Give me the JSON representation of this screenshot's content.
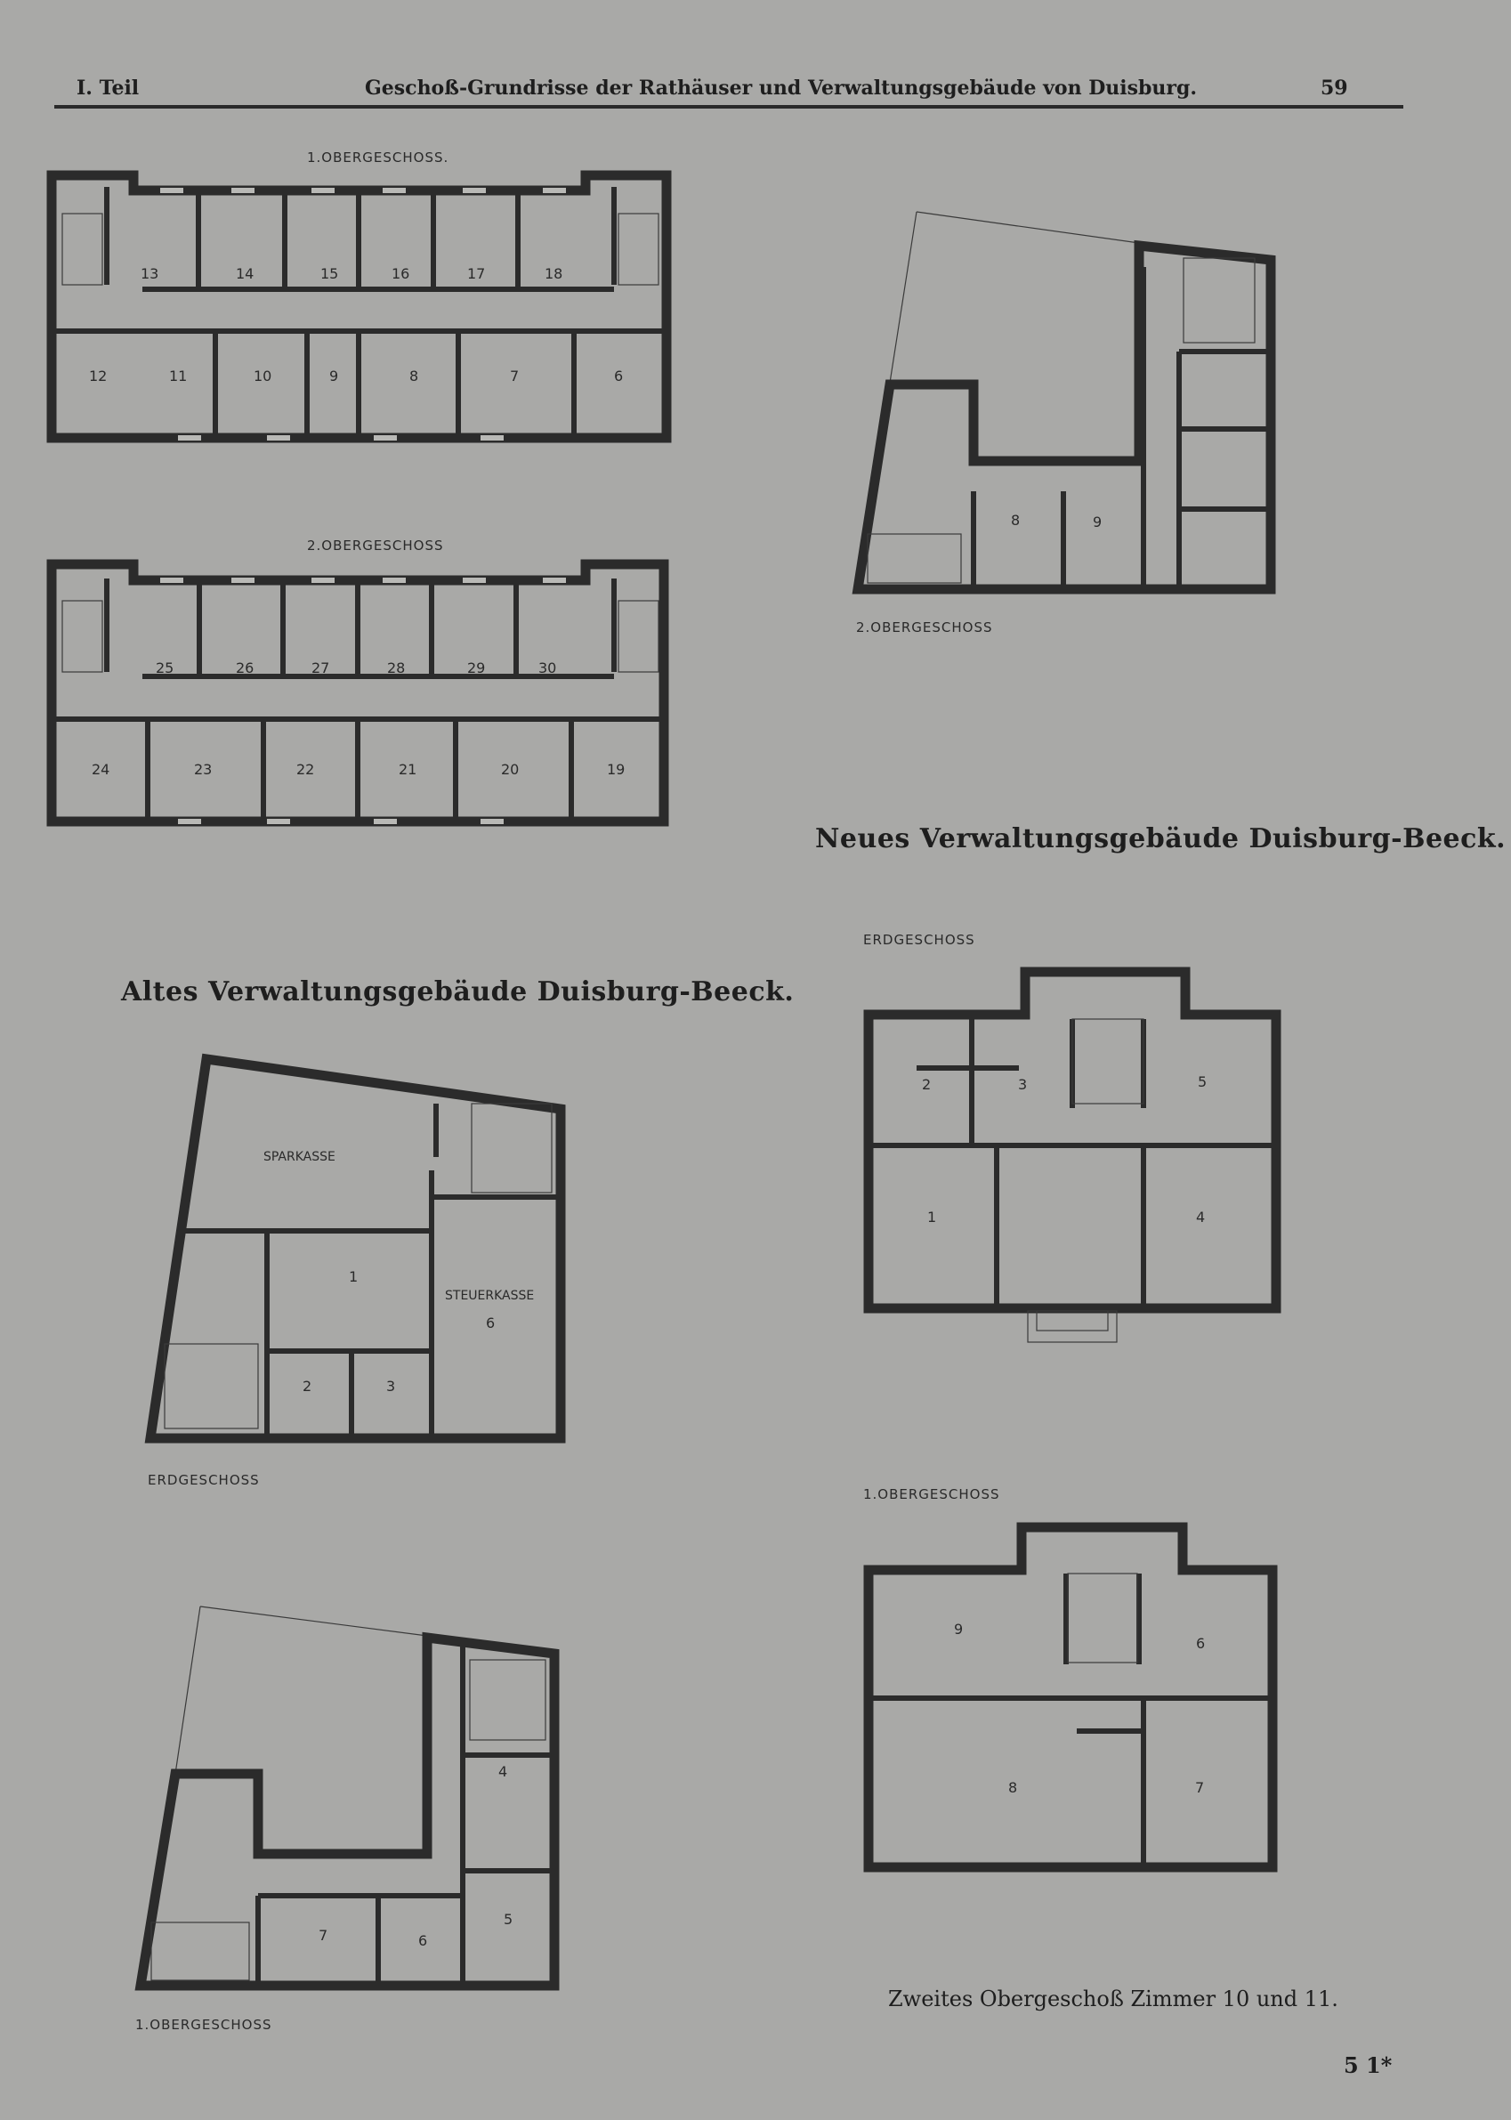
{
  "header": {
    "part": "I. Teil",
    "title": "Geschoß-Grundrisse der Rathäuser und Verwaltungsgebäude von Duisburg.",
    "page_number": "59"
  },
  "plans": {
    "long_1og": {
      "label": "1.OBERGESCHOSS.",
      "rooms": [
        "13",
        "14",
        "15",
        "16",
        "17",
        "18",
        "12",
        "11",
        "10",
        "9",
        "8",
        "7",
        "6"
      ]
    },
    "long_2og": {
      "label": "2.OBERGESCHOSS",
      "rooms": [
        "25",
        "26",
        "27",
        "28",
        "29",
        "30",
        "24",
        "23",
        "22",
        "21",
        "20",
        "19"
      ]
    },
    "alt_2og": {
      "label": "2.OBERGESCHOSS",
      "rooms": [
        "8",
        "9"
      ]
    },
    "alt_eg": {
      "label": "ERDGESCHOSS",
      "rooms": [
        "SPARKASSE",
        "1",
        "STEUERKASSE",
        "6",
        "2",
        "3"
      ]
    },
    "alt_1og": {
      "label": "1.OBERGESCHOSS",
      "rooms": [
        "4",
        "7",
        "6",
        "5"
      ]
    },
    "neu_eg": {
      "label": "ERDGESCHOSS",
      "rooms": [
        "2",
        "3",
        "5",
        "1",
        "4"
      ]
    },
    "neu_1og": {
      "label": "1.OBERGESCHOSS",
      "rooms": [
        "9",
        "6",
        "8",
        "7"
      ]
    }
  },
  "titles": {
    "neues": "Neues Verwaltungsgebäude Duisburg-Beeck.",
    "altes": "Altes Verwaltungsgebäude Duisburg-Beeck."
  },
  "caption": "Zweites Obergeschoß Zimmer 10 und 11.",
  "footer": "5 1*"
}
